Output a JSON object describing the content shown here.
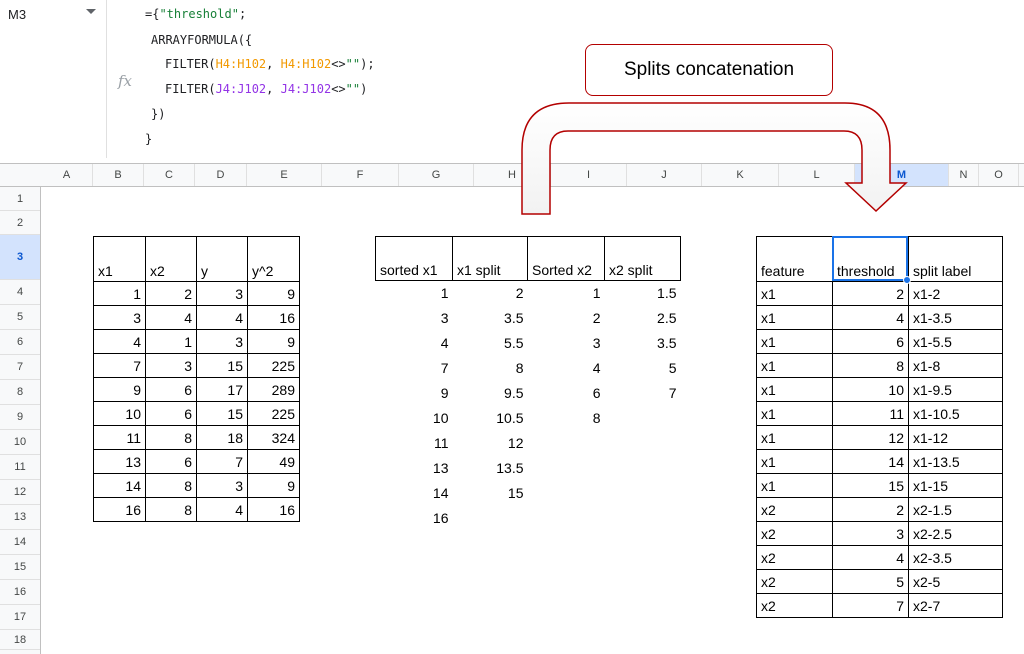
{
  "formula_bar": {
    "name_box": "M3",
    "fx_icon": "fx-icon",
    "lines": [
      {
        "t1": "={",
        "t2": "\"threshold\"",
        "t3": ";"
      },
      {
        "t1": "ARRAYFORMULA({"
      },
      {
        "t1": "FILTER(",
        "t2": "H4:H102",
        "t3": ", ",
        "t4": "H4:H102",
        "t5": "<>",
        "t6": "\"\"",
        "t7": ");"
      },
      {
        "t1": "FILTER(",
        "t2": "J4:J102",
        "t3": ", ",
        "t4": "J4:J102",
        "t5": "<>",
        "t6": "\"\"",
        "t7": ")"
      },
      {
        "t1": "})"
      },
      {
        "t1": "}"
      }
    ]
  },
  "columns": [
    "A",
    "B",
    "C",
    "D",
    "E",
    "F",
    "G",
    "H",
    "I",
    "J",
    "K",
    "L",
    "M",
    "N",
    "O"
  ],
  "rows": [
    "1",
    "2",
    "3",
    "4",
    "5",
    "6",
    "7",
    "8",
    "9",
    "10",
    "11",
    "12",
    "13",
    "14",
    "15",
    "16",
    "17",
    "18"
  ],
  "selected_cell": "M3",
  "callout": "Splits concatenation",
  "table1": {
    "headers": [
      "x1",
      "x2",
      "y",
      "y^2"
    ],
    "rows": [
      [
        "1",
        "2",
        "3",
        "9"
      ],
      [
        "3",
        "4",
        "4",
        "16"
      ],
      [
        "4",
        "1",
        "3",
        "9"
      ],
      [
        "7",
        "3",
        "15",
        "225"
      ],
      [
        "9",
        "6",
        "17",
        "289"
      ],
      [
        "10",
        "6",
        "15",
        "225"
      ],
      [
        "11",
        "8",
        "18",
        "324"
      ],
      [
        "13",
        "6",
        "7",
        "49"
      ],
      [
        "14",
        "8",
        "3",
        "9"
      ],
      [
        "16",
        "8",
        "4",
        "16"
      ]
    ]
  },
  "table2": {
    "headers": [
      "sorted x1",
      "x1 split",
      "Sorted x2",
      "x2 split"
    ],
    "rows": [
      [
        "1",
        "2",
        "1",
        "1.5"
      ],
      [
        "3",
        "3.5",
        "2",
        "2.5"
      ],
      [
        "4",
        "5.5",
        "3",
        "3.5"
      ],
      [
        "7",
        "8",
        "4",
        "5"
      ],
      [
        "9",
        "9.5",
        "6",
        "7"
      ],
      [
        "10",
        "10.5",
        "8",
        ""
      ],
      [
        "11",
        "12",
        "",
        ""
      ],
      [
        "13",
        "13.5",
        "",
        ""
      ],
      [
        "14",
        "15",
        "",
        ""
      ],
      [
        "16",
        "",
        "",
        ""
      ]
    ]
  },
  "table3": {
    "headers": [
      "feature",
      "threshold",
      "split label"
    ],
    "rows": [
      [
        "x1",
        "2",
        "x1-2"
      ],
      [
        "x1",
        "4",
        "x1-3.5"
      ],
      [
        "x1",
        "6",
        "x1-5.5"
      ],
      [
        "x1",
        "8",
        "x1-8"
      ],
      [
        "x1",
        "10",
        "x1-9.5"
      ],
      [
        "x1",
        "11",
        "x1-10.5"
      ],
      [
        "x1",
        "12",
        "x1-12"
      ],
      [
        "x1",
        "14",
        "x1-13.5"
      ],
      [
        "x1",
        "15",
        "x1-15"
      ],
      [
        "x2",
        "2",
        "x2-1.5"
      ],
      [
        "x2",
        "3",
        "x2-2.5"
      ],
      [
        "x2",
        "4",
        "x2-3.5"
      ],
      [
        "x2",
        "5",
        "x2-5"
      ],
      [
        "x2",
        "7",
        "x2-7"
      ]
    ]
  },
  "colors": {
    "string_token": "#188038",
    "range1_token": "#f29900",
    "range2_token": "#9334e6",
    "selection": "#1a73e8",
    "callout_border": "#b30000"
  }
}
